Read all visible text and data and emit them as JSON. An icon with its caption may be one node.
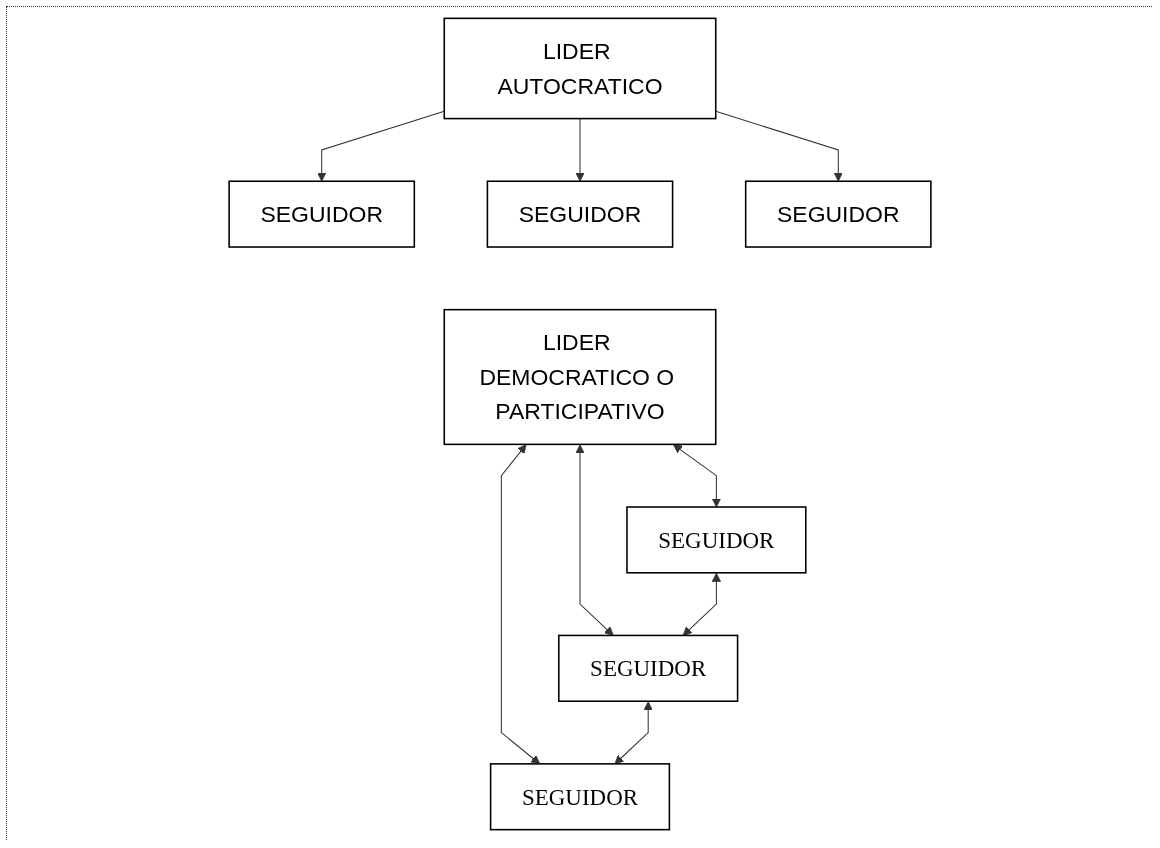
{
  "diagram": {
    "nodes": [
      {
        "text": [
          "LIDER AUTOCRATICO"
        ]
      },
      {
        "text": [
          "SEGUIDOR"
        ]
      },
      {
        "text": [
          "SEGUIDOR"
        ]
      },
      {
        "text": [
          "SEGUIDOR"
        ]
      },
      {
        "text": [
          "LIDER DEMOCRATICO O PARTICIPATIVO"
        ]
      },
      {
        "text": [
          "SEGUIDOR"
        ]
      },
      {
        "text": [
          "SEGUIDOR"
        ]
      },
      {
        "text": [
          "SEGUIDOR"
        ]
      }
    ],
    "edges": [
      {
        "from": 0,
        "to": 1,
        "arrow": "to"
      },
      {
        "from": 0,
        "to": 2,
        "arrow": "to"
      },
      {
        "from": 0,
        "to": 3,
        "arrow": "to"
      },
      {
        "from": 4,
        "to": 5,
        "arrow": "both"
      },
      {
        "from": 4,
        "to": 6,
        "arrow": "both"
      },
      {
        "from": 4,
        "to": 7,
        "arrow": "both"
      },
      {
        "from": 5,
        "to": 6,
        "arrow": "both"
      },
      {
        "from": 6,
        "to": 7,
        "arrow": "both"
      }
    ]
  }
}
